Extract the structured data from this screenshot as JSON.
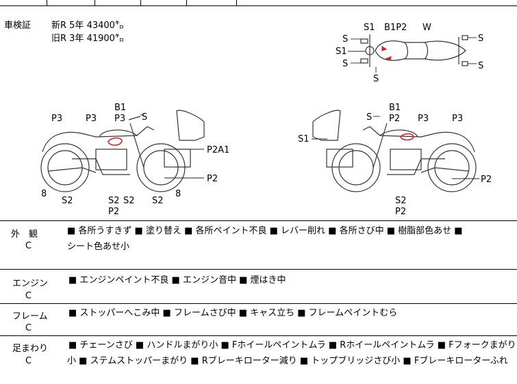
{
  "inspection": {
    "label": "車検証",
    "new_line": "新R  5年  43400㌔",
    "old_line": "旧R  3年  41900㌔"
  },
  "diagram_codes": {
    "top": {
      "s1": "S1",
      "b1p2": "B1P2",
      "w": "W",
      "s_a": "S",
      "s_b": "S",
      "s1_b": "S1",
      "s_c": "S",
      "s_d": "S",
      "s_e": "S"
    },
    "left": {
      "b1": "B1",
      "p3_top": "P3",
      "s": "S",
      "p3_a": "P3",
      "p3_b": "P3",
      "p2a1": "P2A1",
      "p2_right": "P2",
      "eight_a": "8",
      "eight_b": "8",
      "s2_a": "S2",
      "s2_b": "S2",
      "s2_c": "S2",
      "s2_d": "S2",
      "p2_bottom": "P2"
    },
    "right": {
      "b1": "B1",
      "s": "S",
      "p2": "P2",
      "p3_a": "P3",
      "p3_b": "P3",
      "s1": "S1",
      "p2_right": "P2",
      "s2": "S2",
      "p2_bottom": "P2"
    }
  },
  "rows": [
    {
      "category": "外　観",
      "grade": "C",
      "line1": "■ 各所うすきず ■ 塗り替え ■ 各所ペイント不良 ■ レバー削れ ■ 各所さび中 ■ 樹脂部色あせ ■",
      "line2": "シート色あせ小"
    },
    {
      "category": "エンジン",
      "grade": "C",
      "line1": "■ エンジンペイント不良 ■ エンジン音中 ■ 煙はき中",
      "line2": ""
    },
    {
      "category": "フレーム",
      "grade": "C",
      "line1": "■ ストッパーへこみ中 ■ フレームさび中 ■ キャス立ち ■ フレームペイントむら",
      "line2": ""
    },
    {
      "category": "足まわり",
      "grade": "C",
      "line1": "■ チェーンさび ■ ハンドルまがり小 ■ Fホイールペイントムラ ■ Rホイールペイントムラ ■ Fフォークまがり",
      "line2": "小 ■ ステムストッパーまがり ■ Rブレーキローター減り ■ トップブリッジさび小 ■ Fブレーキローターふれ"
    }
  ]
}
